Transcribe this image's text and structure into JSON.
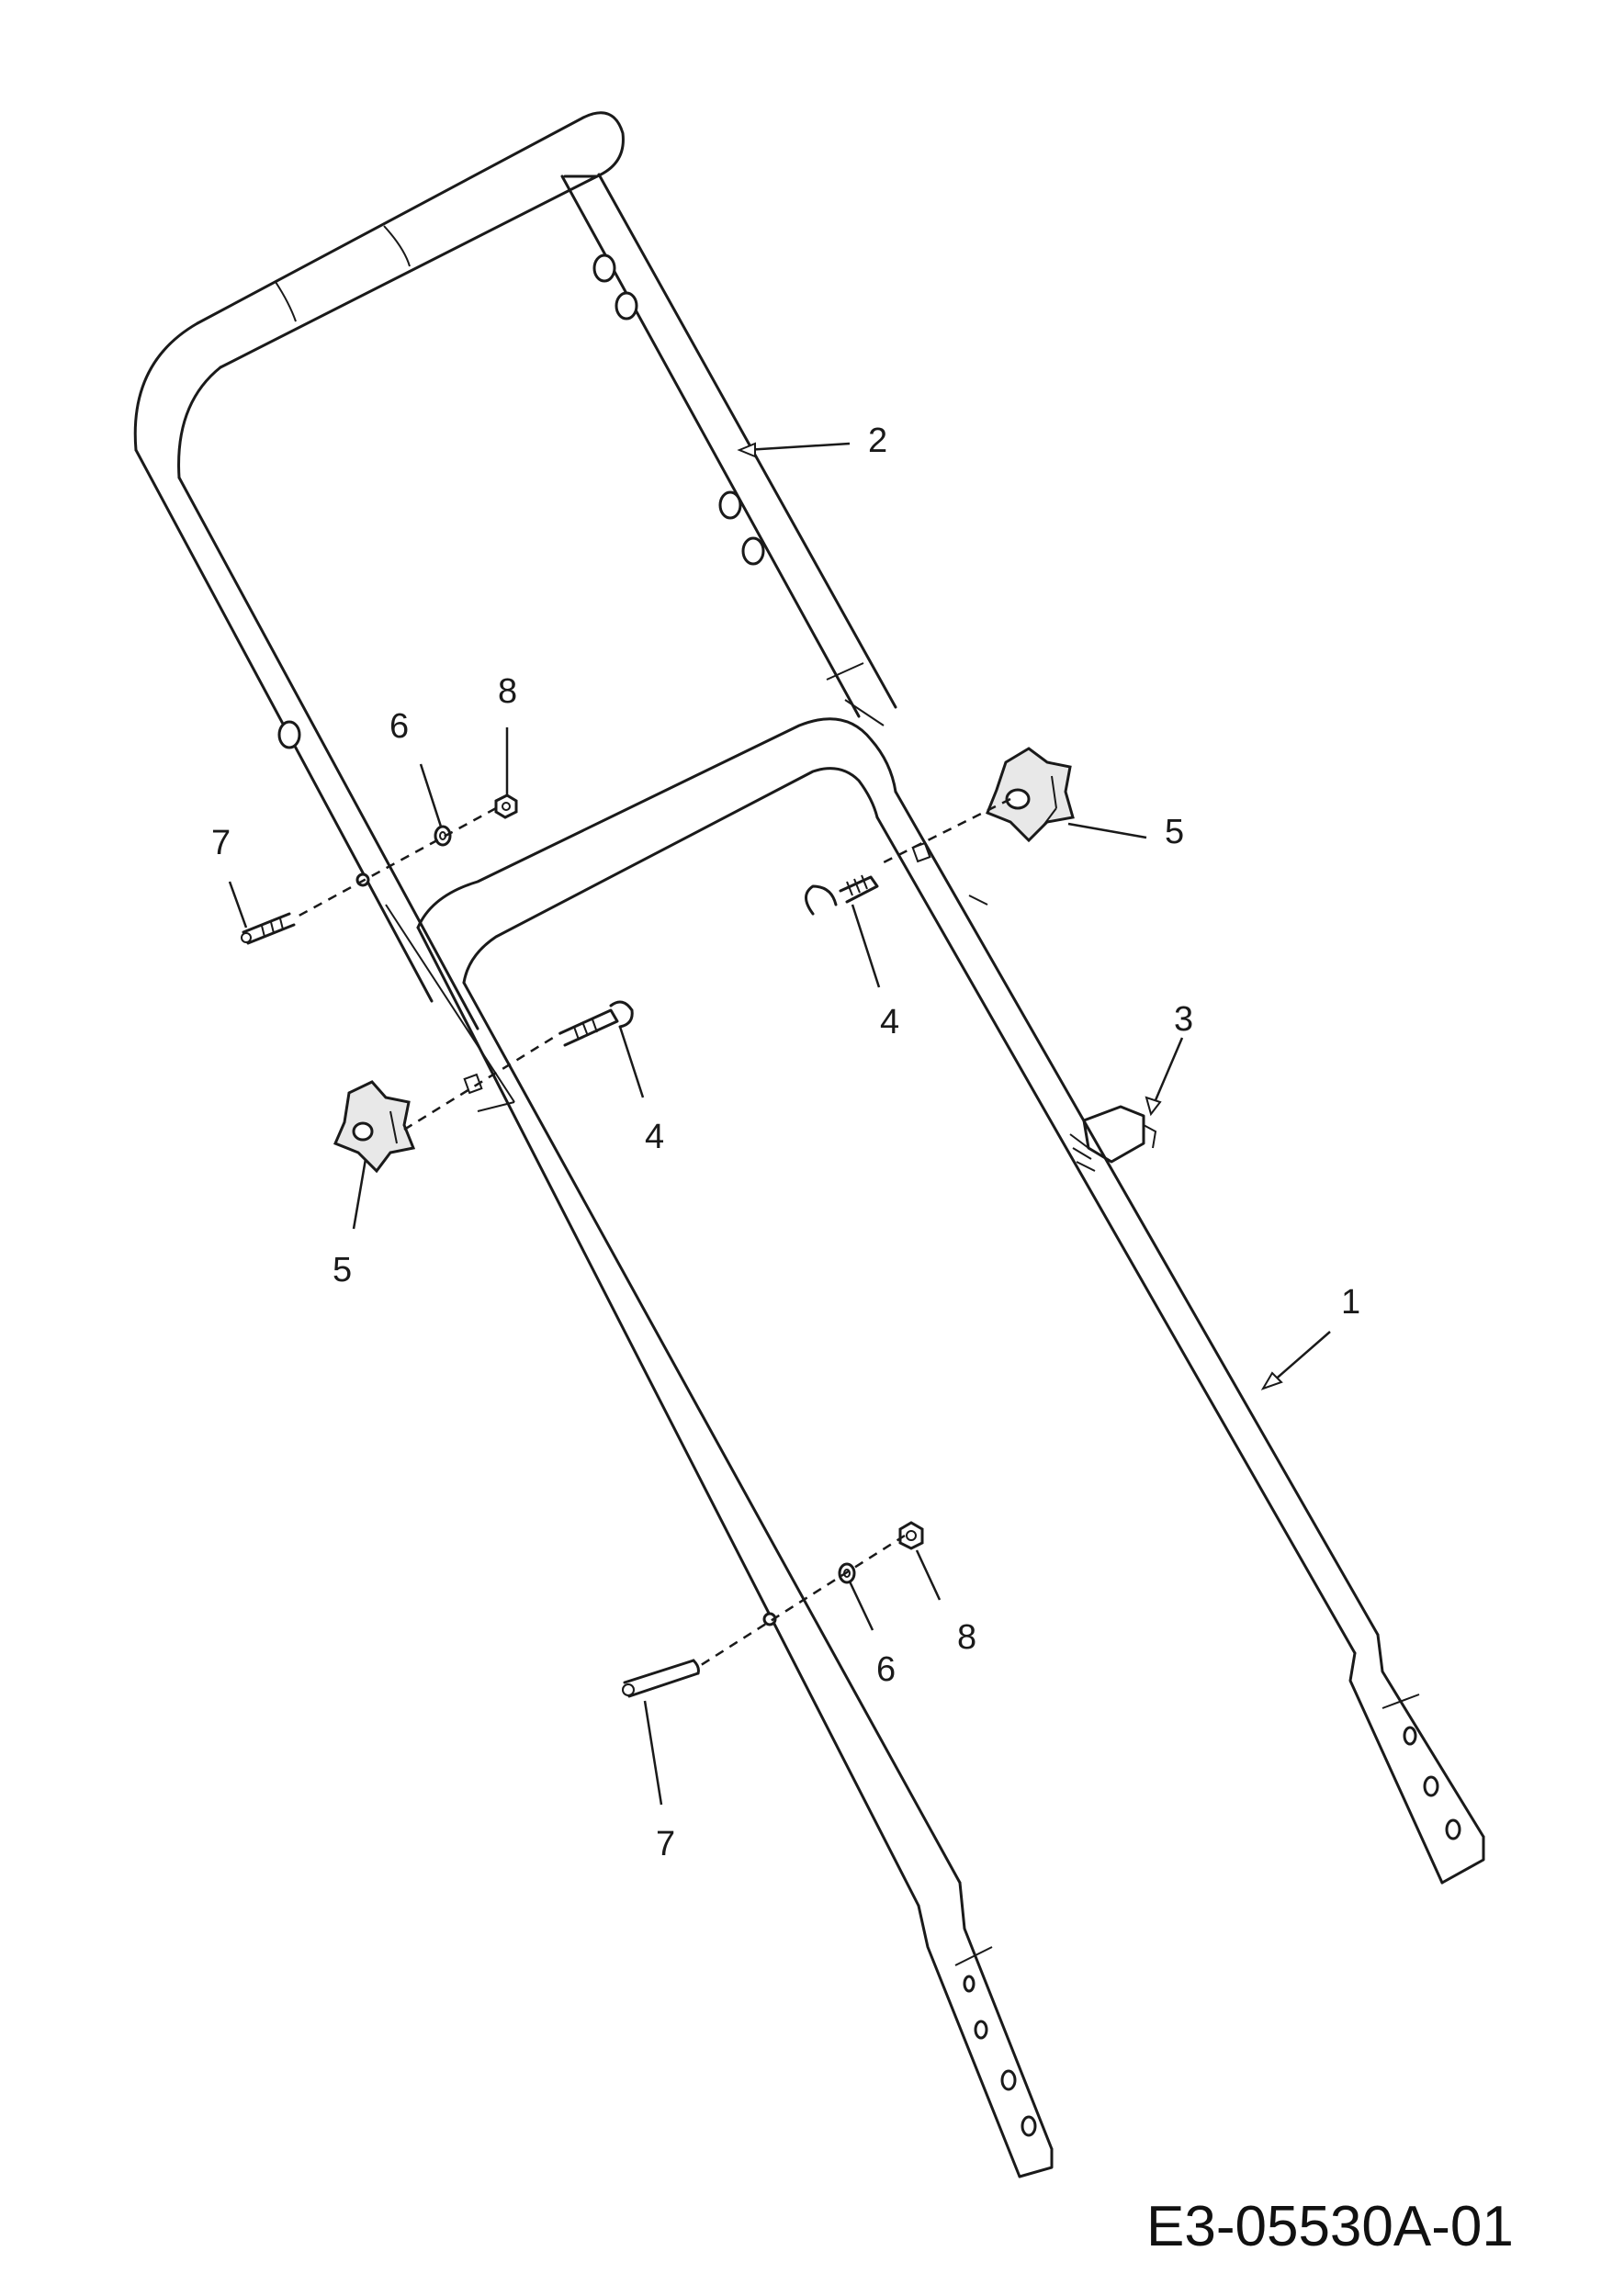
{
  "callouts": {
    "c1": "1",
    "c2": "2",
    "c3": "3",
    "c4a": "4",
    "c4b": "4",
    "c5a": "5",
    "c5b": "5",
    "c6a": "6",
    "c6b": "6",
    "c7a": "7",
    "c7b": "7",
    "c8a": "8",
    "c8b": "8"
  },
  "figure_id": "E3-05530A-01",
  "colors": {
    "line": "#1a1a1a",
    "background": "#ffffff"
  }
}
